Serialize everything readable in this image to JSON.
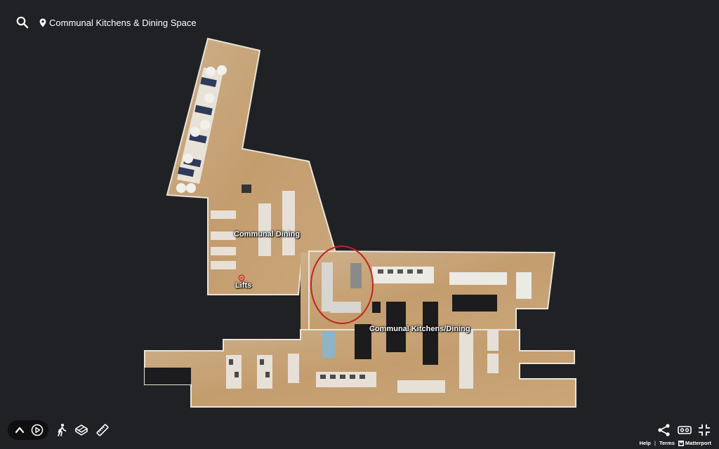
{
  "header": {
    "location": "Communal Kitchens & Dining Space"
  },
  "map": {
    "labels": {
      "communal_dining": "Communal Dining",
      "lifts": "Lifts",
      "kitchens": "Communal Kitchens/Dining"
    }
  },
  "controls": {
    "icons": [
      "chevron-up-icon",
      "play-icon",
      "walk-icon",
      "floorplan-icon",
      "measure-icon",
      "share-icon",
      "vr-icon",
      "collapse-icon"
    ]
  },
  "footer": {
    "help": "Help",
    "separator": "|",
    "terms": "Terms",
    "brand": "Matterport"
  },
  "colors": {
    "background": "#202124",
    "floor": "#c9a77c",
    "highlight": "#c0231d"
  }
}
